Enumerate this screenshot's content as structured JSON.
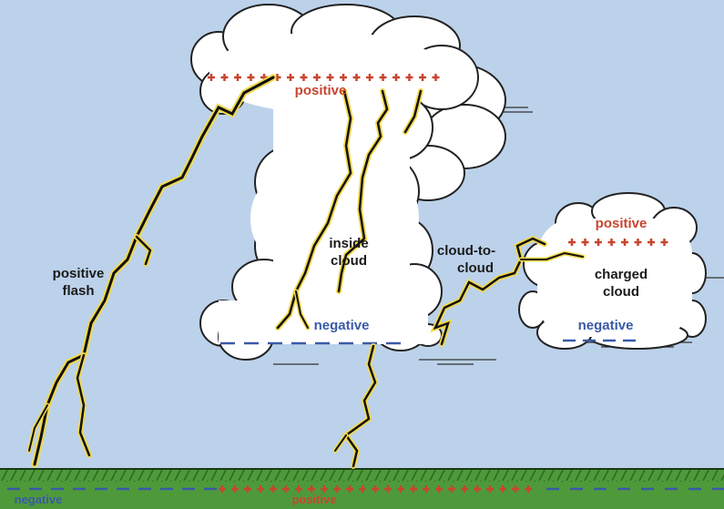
{
  "labels": {
    "main_top_charge": "positive",
    "main_inside": [
      "inside",
      "cloud"
    ],
    "main_bottom_charge": "negative",
    "positive_flash": [
      "positive",
      "flash"
    ],
    "cloud_to_cloud": [
      "cloud-to-",
      "cloud"
    ],
    "small_top_charge": "positive",
    "small_center": [
      "charged",
      "cloud"
    ],
    "small_bottom_charge": "negative",
    "ground_left": "negative",
    "ground_center": "positive"
  },
  "colors": {
    "sky": "#bcd2ea",
    "cloud": "#ffffff",
    "cloud_outline": "#222222",
    "bolt": "#111111",
    "bolt_glow": "#f2d94e",
    "positive": "#c8452f",
    "negative": "#3a5aa8",
    "ground": "#4e9a3a",
    "ground_dark": "#2f6a22"
  }
}
